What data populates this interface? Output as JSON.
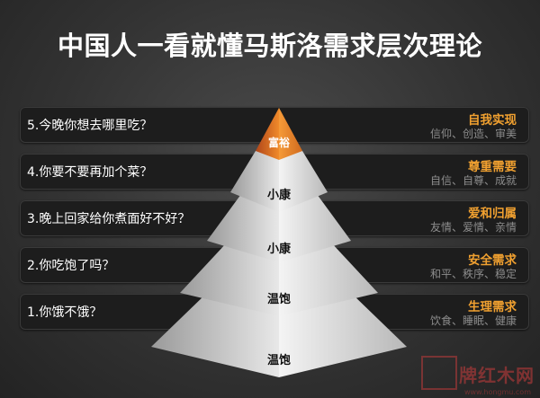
{
  "title": "中国人一看就懂马斯洛需求层次理论",
  "rows": [
    {
      "question": "5.今晚你想去哪里吃？",
      "level": "自我实现",
      "examples": "信仰、创造、审美"
    },
    {
      "question": "4.你要不要再加个菜？",
      "level": "尊重需要",
      "examples": "自信、自尊、成就"
    },
    {
      "question": "3.晚上回家给你煮面好不好？",
      "level": "爱和归属",
      "examples": "友情、爱情、亲情"
    },
    {
      "question": "2.你吃饱了吗？",
      "level": "安全需求",
      "examples": "和平、秩序、稳定"
    },
    {
      "question": "1.你饿不饿？",
      "level": "生理需求",
      "examples": "饮食、睡眠、健康"
    }
  ],
  "pyramid": {
    "tip": "富裕",
    "tiers": [
      "小康",
      "小康",
      "温饱",
      "温饱"
    ]
  },
  "watermark": {
    "text": "牌红木网",
    "sub": "www.hongmu.com"
  },
  "colors": {
    "accent": "#f0a030",
    "tip": "#e8771e",
    "row_bg": "#1d1d1d"
  }
}
